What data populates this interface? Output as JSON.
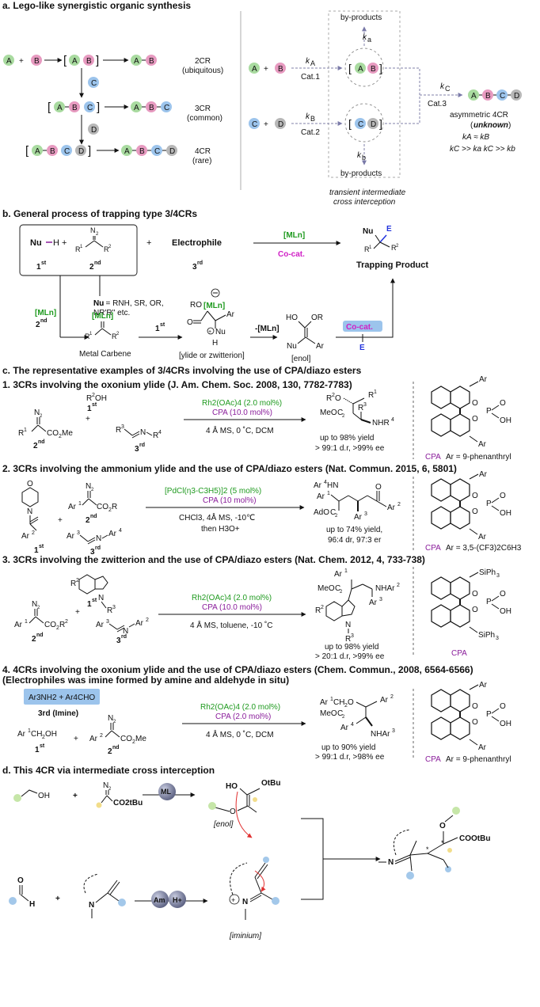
{
  "section_a": {
    "title": "a. Lego-like synergistic organic synthesis",
    "letters": {
      "a": "A",
      "b": "B",
      "c": "C",
      "d": "D"
    },
    "labels": {
      "c2_1": "2CR",
      "c2_2": "(ubiquitous)",
      "c3_1": "3CR",
      "c3_2": "(common)",
      "c4_1": "4CR",
      "c4_2": "(rare)"
    },
    "right": {
      "byproducts": "by-products",
      "ka": "k",
      "ka_sub": "a",
      "kb": "k",
      "kb_sub": "b",
      "kA": "k",
      "kA_sub": "A",
      "kB": "k",
      "kB_sub": "B",
      "kC": "k",
      "kC_sub": "C",
      "cat1": "Cat.1",
      "cat2": "Cat.2",
      "cat3": "Cat.3",
      "asym": "asymmetric 4CR",
      "unknown": "unknown",
      "eq1": "kA ≈ kB",
      "eq2": "kC >> ka   kC >> kb",
      "caption1": "transient intermediate",
      "caption2": "cross interception"
    }
  },
  "section_b": {
    "title": "b. General process of trapping type 3/4CRs",
    "nuh": "Nu",
    "h": "H",
    "first": "1",
    "second": "2",
    "third": "3",
    "sup_st": "st",
    "sup_nd": "nd",
    "sup_rd": "rd",
    "electrophile": "Electrophile",
    "mln": "[MLn]",
    "cocat": "Co-cat.",
    "trapping": "Trapping Product",
    "nu_def1": "Nu = RNH, SR, OR,",
    "nu_def2": "NR'R'' etc.",
    "metal_carbene": "Metal Carbene",
    "ylide": "[ylide or zwitterion]",
    "enol": "[enol]",
    "minus_mln": "-[MLn]",
    "e": "E"
  },
  "section_c": {
    "title": "c. The representative examples of 3/4CRs involving the use of CPA/diazo esters",
    "ex1": {
      "title": "1. 3CRs involving the oxonium ylide (J. Am. Chem. Soc. 2008, 130, 7782-7783)",
      "cat": "Rh2(OAc)4 (2.0 mol%)",
      "cpa": "CPA (10.0 mol%)",
      "cond": "4 Å MS, 0 ˚C, DCM",
      "yield": "up to 98% yield",
      "sel": "> 99:1 d.r, >99% ee",
      "cpa_label": "CPA",
      "ar": "Ar = 9-phenanthryl"
    },
    "ex2": {
      "title": "2. 3CRs involving the ammonium ylide and the use of CPA/diazo esters (Nat. Commun. 2015, 6, 5801)",
      "cat": "[PdCl(η3-C3H5)]2 (5 mol%)",
      "cpa": "CPA (10 mol%)",
      "cond": "CHCl3, 4Å MS, -10℃",
      "then": "then H3O+",
      "yield": "up to 74% yield,",
      "sel": "96:4 dr, 97:3 er",
      "cpa_label": "CPA",
      "ar": "Ar = 3,5-(CF3)2C6H3"
    },
    "ex3": {
      "title": "3. 3CRs involving the zwitterion and the use of CPA/diazo esters (Nat. Chem. 2012, 4, 733-738)",
      "cat": "Rh2(OAc)4 (2.0 mol%)",
      "cpa": "CPA (10.0 mol%)",
      "cond": "4 Å MS, toluene, -10 ˚C",
      "yield": "up to 98% yield",
      "sel": "> 20:1 d.r, >99% ee",
      "cpa_label": "CPA"
    },
    "ex4": {
      "title": "4. 4CRs involving the oxonium ylide and the use of CPA/diazo esters (Chem. Commun., 2008, 6564-6566)",
      "title2": "(Electrophiles was imine formed by amine and aldehyde in situ)",
      "imine_box": "Ar3NH2 + Ar4CHO",
      "imine_label": "3rd (Imine)",
      "cat": "Rh2(OAc)4 (2.0 mol%)",
      "cpa": "CPA (2.0 mol%)",
      "cond": "4 Å MS, 0 ˚C, DCM",
      "yield": "up to 90% yield",
      "sel": "> 99:1 d.r, >98% ee",
      "cpa_label": "CPA",
      "ar": "Ar = 9-phenanthryl"
    }
  },
  "section_d": {
    "title": "d. This 4CR via intermediate cross interception",
    "enol": "[enol]",
    "iminium": "[iminium]",
    "ml": "ML",
    "am": "Am",
    "hplus": "H+",
    "coo": "COOtBu",
    "otbu": "OtBu",
    "co2": "CO2tBu"
  },
  "colors": {
    "A": "#a9dba0",
    "B": "#e79ac0",
    "C": "#9cc4ec",
    "D": "#b7b7b7",
    "accent_green": "#1f9a1f",
    "accent_purple": "#8a1d9b"
  }
}
